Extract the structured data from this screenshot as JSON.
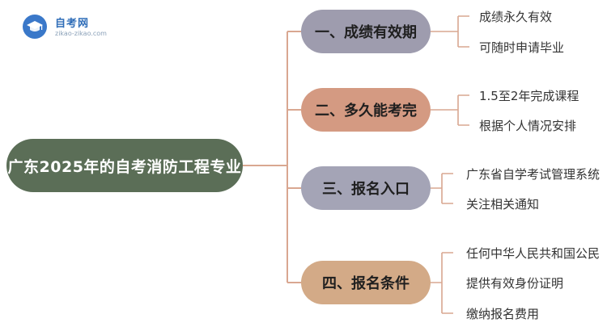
{
  "logo": {
    "title": "自考网",
    "subtitle": "zikao-zikao.com"
  },
  "root": {
    "label": "广东2025年的自考消防工程专业"
  },
  "branches": [
    {
      "label": "一、成绩有效期",
      "leaves": [
        "成绩永久有效",
        "可随时申请毕业"
      ]
    },
    {
      "label": "二、多久能考完",
      "leaves": [
        "1.5至2年完成课程",
        "根据个人情况安排"
      ]
    },
    {
      "label": "三、报名入口",
      "leaves": [
        "广东省自学考试管理系统",
        "关注相关通知"
      ]
    },
    {
      "label": "四、报名条件",
      "leaves": [
        "任何中华人民共和国公民",
        "提供有效身份证明",
        "缴纳报名费用"
      ]
    }
  ],
  "colors": {
    "root": "#5b6e57",
    "branch1": "#9e9cae",
    "branch2": "#d49a82",
    "branch3": "#a4a4b6",
    "branch4": "#d3aa87",
    "connector": "#d9a791"
  }
}
